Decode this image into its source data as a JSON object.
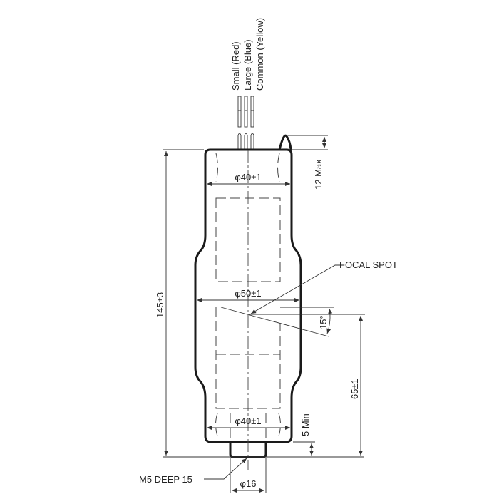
{
  "wires": {
    "small": "Small  (Red)",
    "large": "Large  (Blue)",
    "common": "Common (Yellow)"
  },
  "dimensions": {
    "overall_length": "145±3",
    "top_protrusion": "12 Max",
    "top_diameter": "φ40±1",
    "mid_diameter": "φ50±1",
    "bottom_diameter": "φ40±1",
    "focal_height": "65±1",
    "bottom_min": "5 Min",
    "angle": "15°",
    "stub_diameter": "φ16"
  },
  "labels": {
    "focal_spot": "FOCAL SPOT",
    "thread": "M5 DEEP 15"
  }
}
